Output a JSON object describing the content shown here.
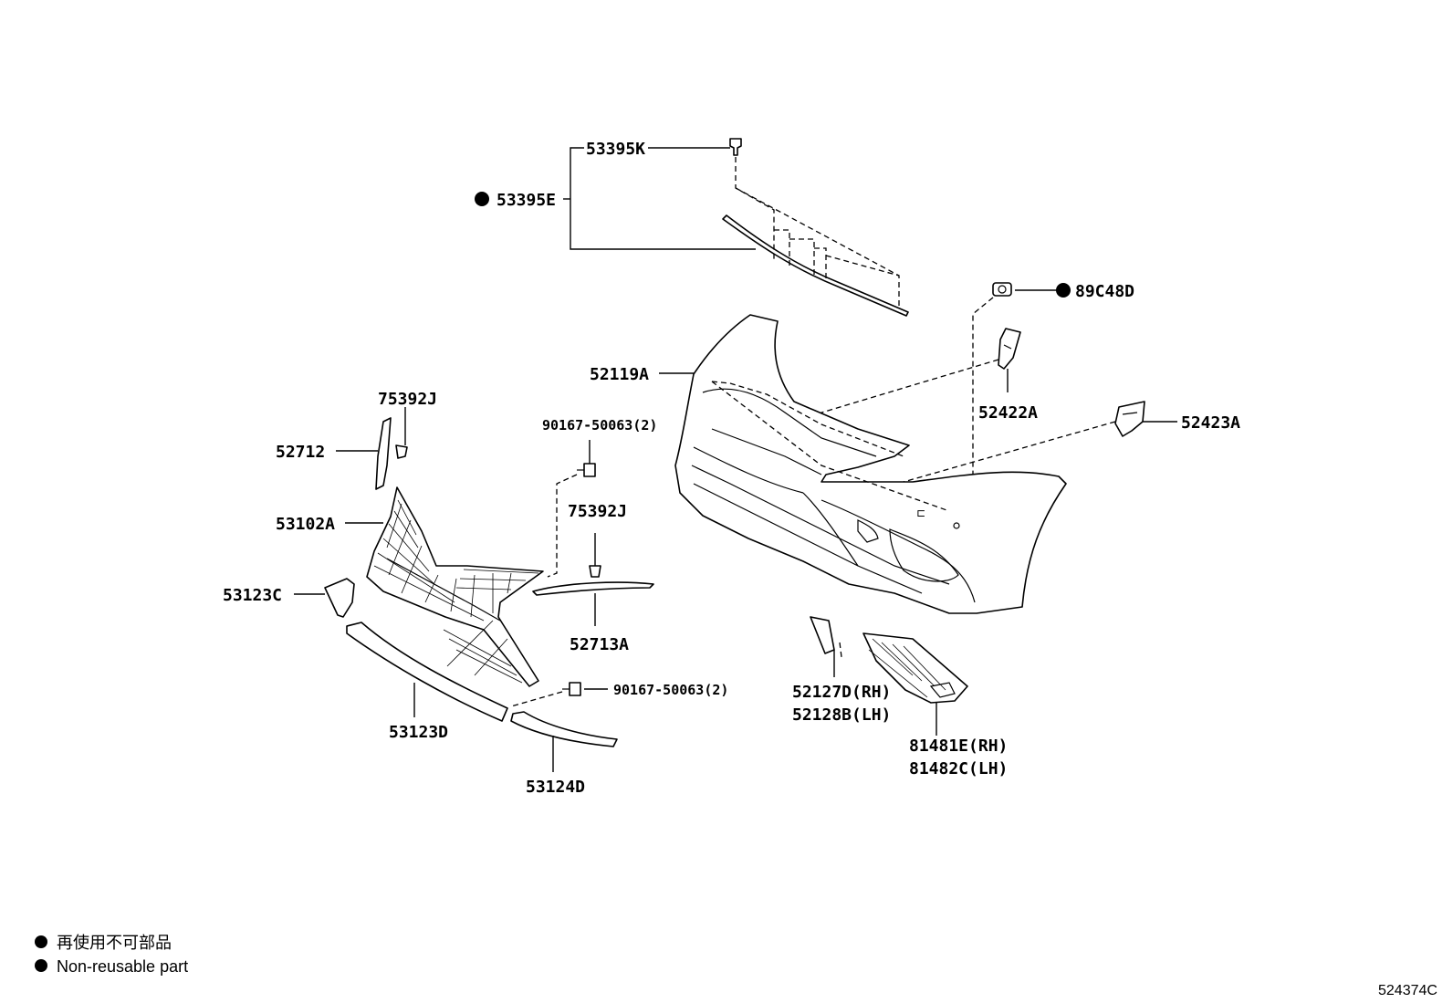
{
  "labels": {
    "p53395K": "53395K",
    "p53395E": "53395E",
    "p89C48D": "89C48D",
    "p52119A": "52119A",
    "p52422A": "52422A",
    "p52423A": "52423A",
    "p75392J_a": "75392J",
    "p52712": "52712",
    "p90167_a": "90167-50063(2)",
    "p53102A": "53102A",
    "p75392J_b": "75392J",
    "p53123C": "53123C",
    "p52713A": "52713A",
    "p90167_b": "90167-50063(2)",
    "p53123D": "53123D",
    "p53124D": "53124D",
    "p52127D": "52127D(RH)",
    "p52128B": "52128B(LH)",
    "p81481E": "81481E(RH)",
    "p81482C": "81482C(LH)"
  },
  "legend": {
    "line_jp": "再使用不可部品",
    "line_en": "Non-reusable part"
  },
  "diagram_ref": "524374C"
}
